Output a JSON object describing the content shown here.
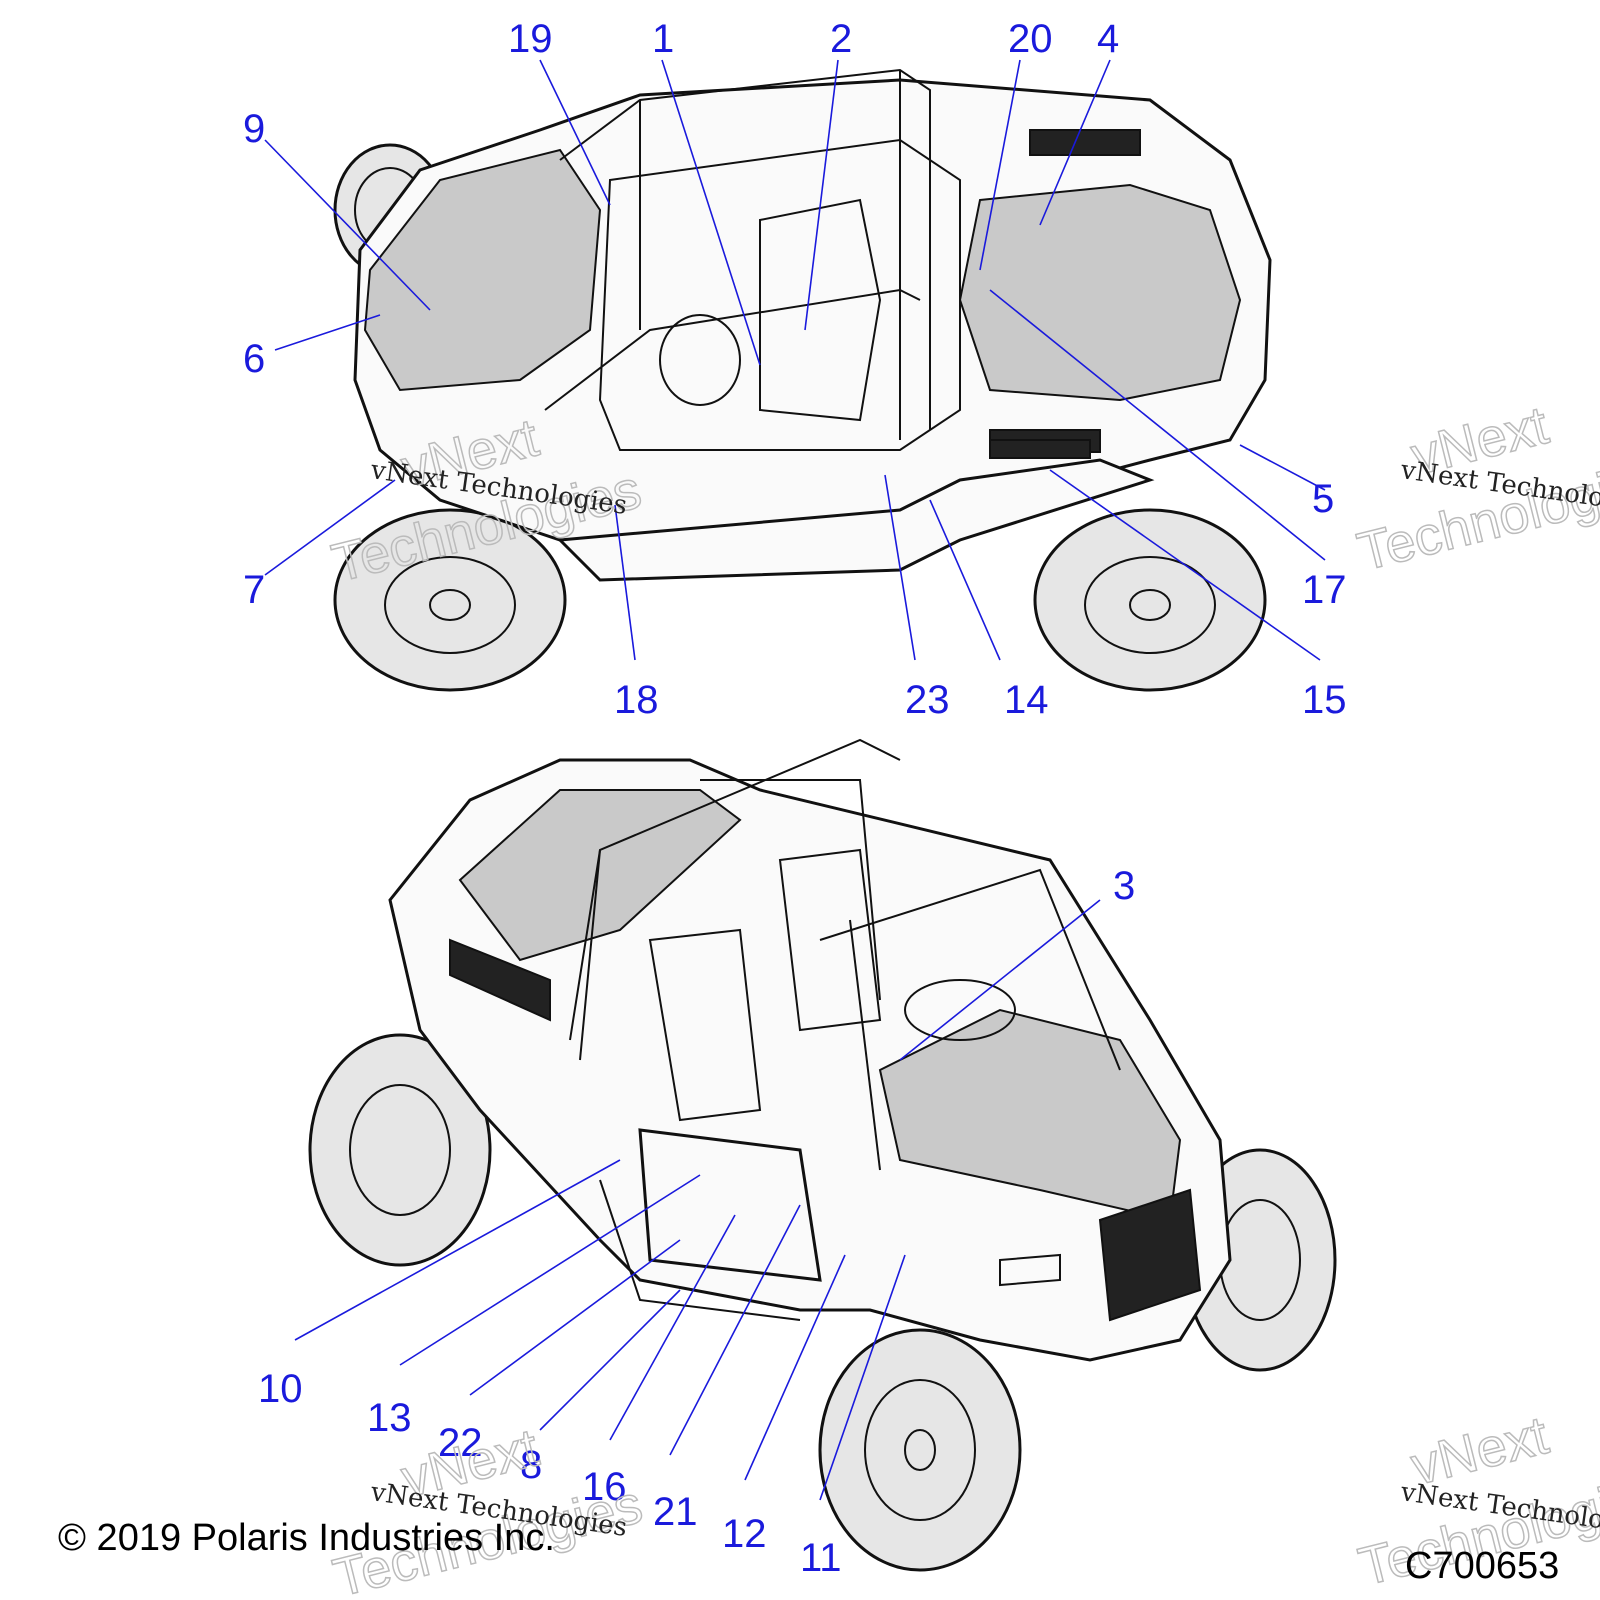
{
  "callouts": {
    "c1": "1",
    "c2": "2",
    "c3": "3",
    "c4": "4",
    "c5": "5",
    "c6": "6",
    "c7": "7",
    "c8": "8",
    "c9": "9",
    "c10": "10",
    "c11": "11",
    "c12": "12",
    "c13": "13",
    "c14": "14",
    "c15": "15",
    "c16": "16",
    "c17": "17",
    "c18": "18",
    "c19": "19",
    "c20": "20",
    "c21": "21",
    "c22": "22",
    "c23": "23"
  },
  "watermark": {
    "small": "vNext Technologies",
    "big_top": "vNext",
    "big_bottom": "Technologies"
  },
  "footer": {
    "copyright": "© 2019 Polaris Industries Inc.",
    "figure_code": "C700653"
  },
  "colors": {
    "callout": "#1a1adc",
    "line_art": "#111111",
    "shade": "#c9c9c9"
  }
}
